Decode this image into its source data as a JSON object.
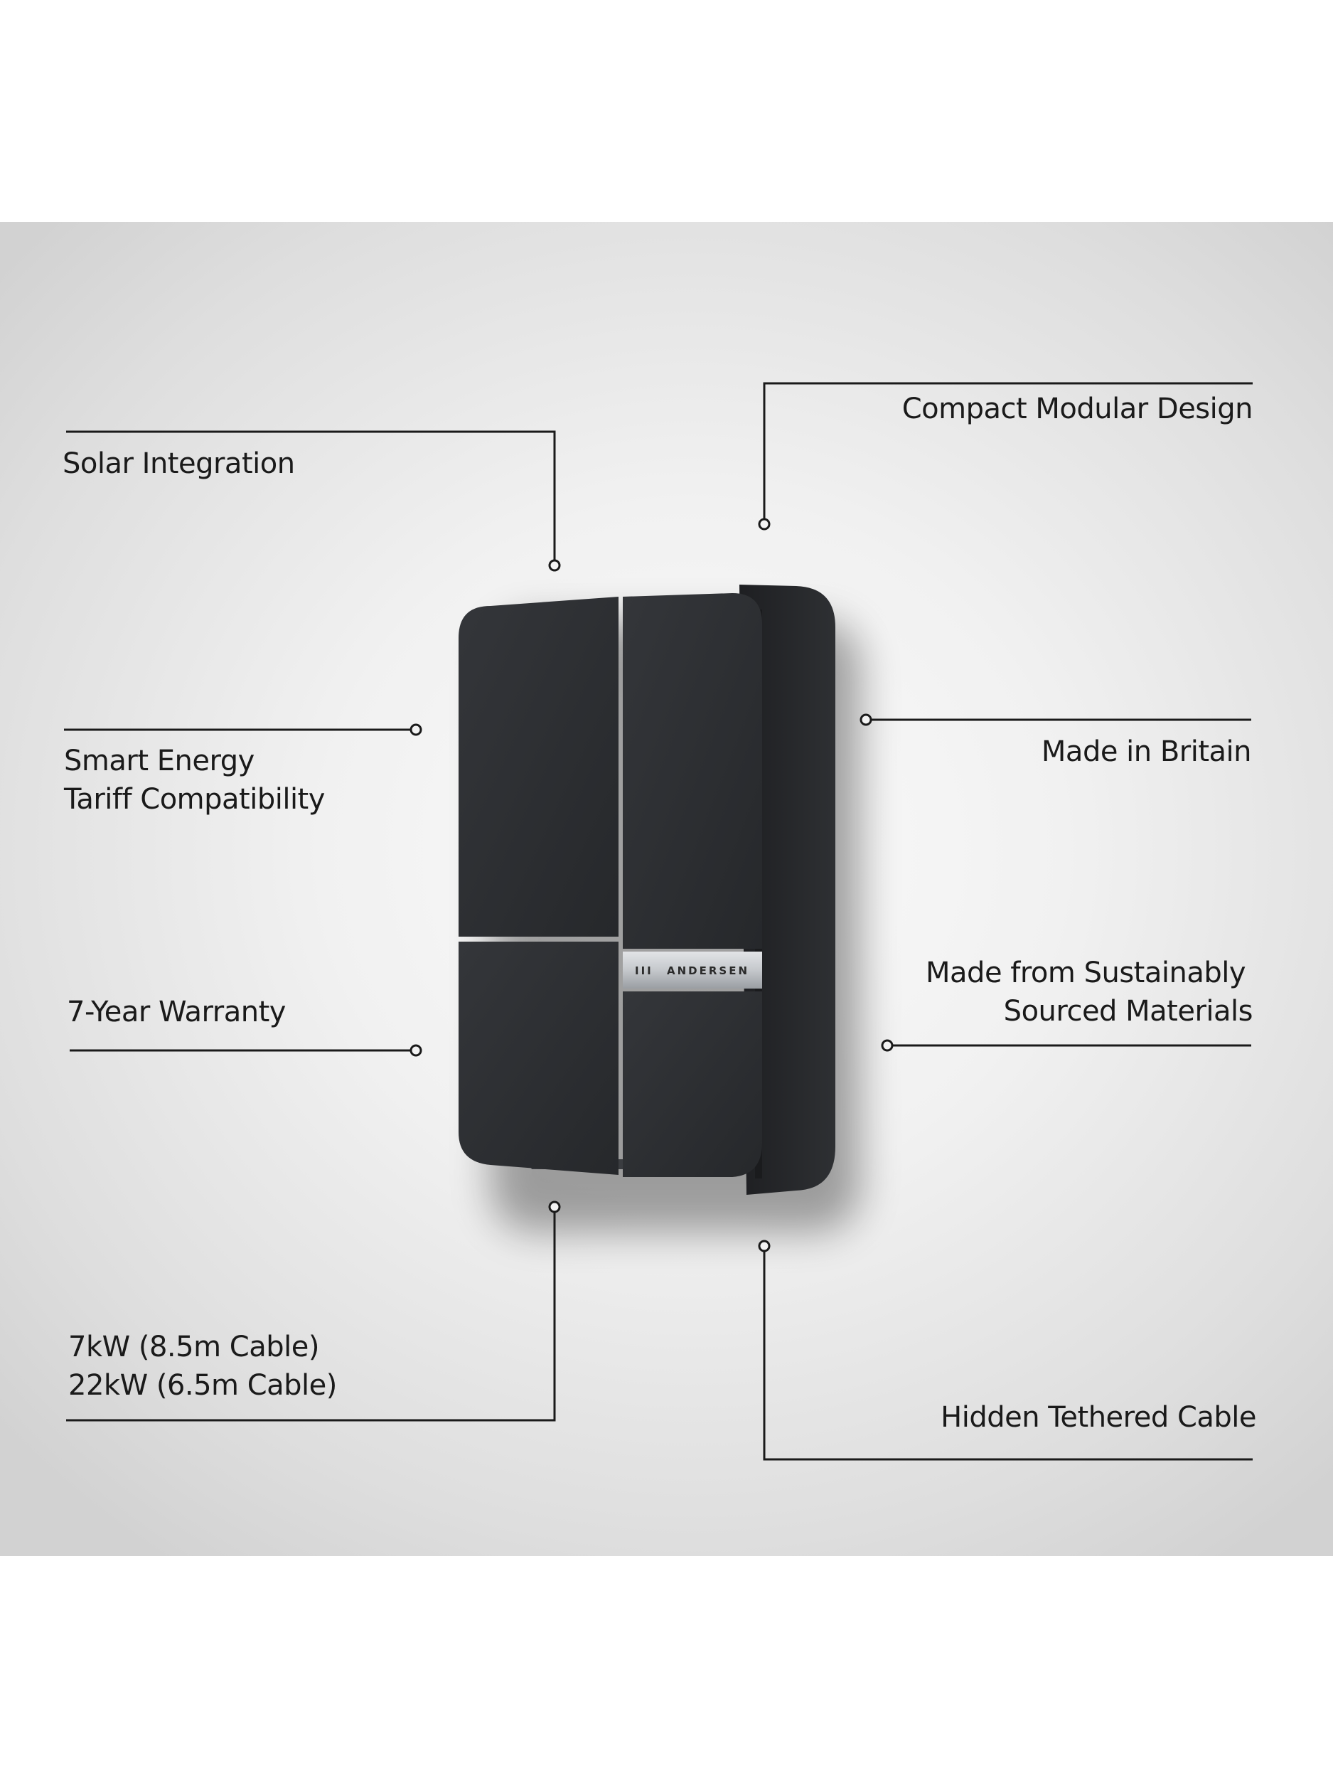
{
  "product": {
    "brand": "ANDERSEN",
    "badge_marks": "III"
  },
  "features": {
    "solar": "Solar Integration",
    "smart_line1": "Smart Energy",
    "smart_line2": "Tariff Compatibility",
    "warranty": "7-Year Warranty",
    "cable_line1": "7kW (8.5m Cable)",
    "cable_line2": "22kW (6.5m Cable)",
    "compact": "Compact Modular Design",
    "britain": "Made in Britain",
    "sustain_line1": "Made from Sustainably",
    "sustain_line2": "Sourced Materials",
    "hidden": "Hidden Tethered Cable"
  },
  "colors": {
    "device_body": "#2b2d30",
    "leader_lines": "#1a1a1a",
    "badge": "#c8cacd"
  }
}
